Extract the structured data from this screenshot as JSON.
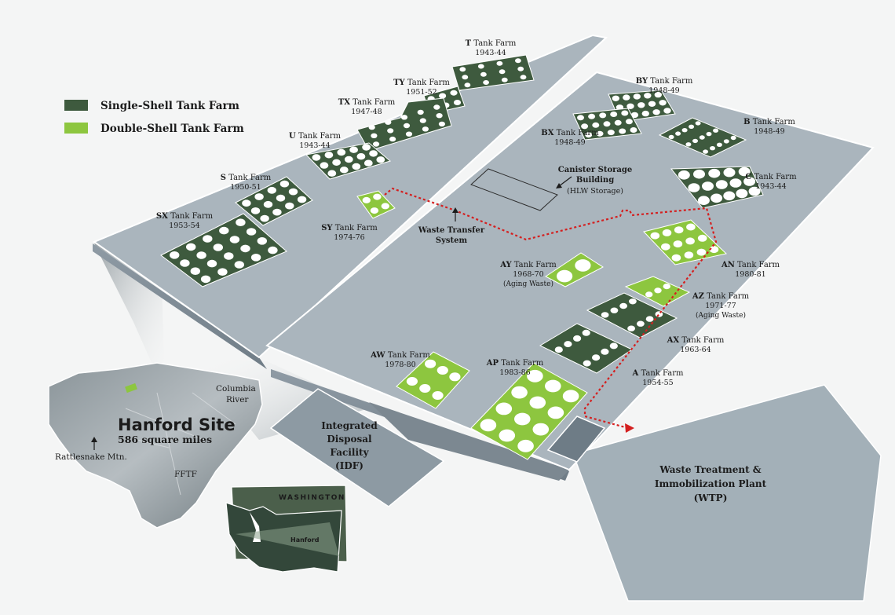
{
  "legend": {
    "single_shell": {
      "label": "Single-Shell Tank Farm",
      "color": "#3e5a3e"
    },
    "double_shell": {
      "label": "Double-Shell Tank Farm",
      "color": "#8dc63f"
    }
  },
  "colors": {
    "platform_top": "#a9b4bc",
    "platform_side": "#8e9aa4",
    "tank": "#ffffff",
    "transfer_line": "#d42020"
  },
  "tank_farms": [
    {
      "id": "t",
      "code": "T",
      "name": " Tank Farm",
      "years": "1943-44",
      "shell": "single"
    },
    {
      "id": "ty",
      "code": "TY",
      "name": " Tank Farm",
      "years": "1951-52",
      "shell": "single"
    },
    {
      "id": "tx",
      "code": "TX",
      "name": " Tank Farm",
      "years": "1947-48",
      "shell": "single"
    },
    {
      "id": "u",
      "code": "U",
      "name": " Tank Farm",
      "years": "1943-44",
      "shell": "single"
    },
    {
      "id": "s",
      "code": "S",
      "name": " Tank Farm",
      "years": "1950-51",
      "shell": "single"
    },
    {
      "id": "sx",
      "code": "SX",
      "name": " Tank Farm",
      "years": "1953-54",
      "shell": "single"
    },
    {
      "id": "sy",
      "code": "SY",
      "name": " Tank Farm",
      "years": "1974-76",
      "shell": "double"
    },
    {
      "id": "by",
      "code": "BY",
      "name": " Tank Farm",
      "years": "1948-49",
      "shell": "single"
    },
    {
      "id": "bx",
      "code": "BX",
      "name": " Tank Farm",
      "years": "1948-49",
      "shell": "single"
    },
    {
      "id": "b",
      "code": "B",
      "name": " Tank Farm",
      "years": "1948-49",
      "shell": "single"
    },
    {
      "id": "c",
      "code": "C",
      "name": " Tank Farm",
      "years": "1943-44",
      "shell": "single"
    },
    {
      "id": "an",
      "code": "AN",
      "name": " Tank Farm",
      "years": "1980-81",
      "shell": "double"
    },
    {
      "id": "ay",
      "code": "AY",
      "name": " Tank Farm",
      "years": "1968-70",
      "note": "(Aging Waste)",
      "shell": "double"
    },
    {
      "id": "az",
      "code": "AZ",
      "name": " Tank Farm",
      "years": "1971-77",
      "note": "(Aging Waste)",
      "shell": "double"
    },
    {
      "id": "ax",
      "code": "AX",
      "name": " Tank Farm",
      "years": "1963-64",
      "shell": "single"
    },
    {
      "id": "a",
      "code": "A",
      "name": " Tank Farm",
      "years": "1954-55",
      "shell": "single"
    },
    {
      "id": "aw",
      "code": "AW",
      "name": " Tank Farm",
      "years": "1978-80",
      "shell": "double"
    },
    {
      "id": "ap",
      "code": "AP",
      "name": " Tank Farm",
      "years": "1983-86",
      "shell": "double"
    }
  ],
  "canister": {
    "line1": "Canister Storage",
    "line2": "Building",
    "line3": "(HLW Storage)"
  },
  "waste_transfer": {
    "line1": "Waste Transfer",
    "line2": "System"
  },
  "idf": {
    "line1": "Integrated",
    "line2": "Disposal",
    "line3": "Facility",
    "line4": "(IDF)"
  },
  "wtp": {
    "line1": "Waste Treatment &",
    "line2": "Immobilization Plant",
    "line3": "(WTP)"
  },
  "site_map": {
    "title": "Hanford Site",
    "area": "586 square miles",
    "river_line1": "Columbia",
    "river_line2": "River",
    "mountain": "Rattlesnake Mtn.",
    "fftf": "FFTF",
    "state": "WASHINGTON",
    "hanford": "Hanford"
  }
}
